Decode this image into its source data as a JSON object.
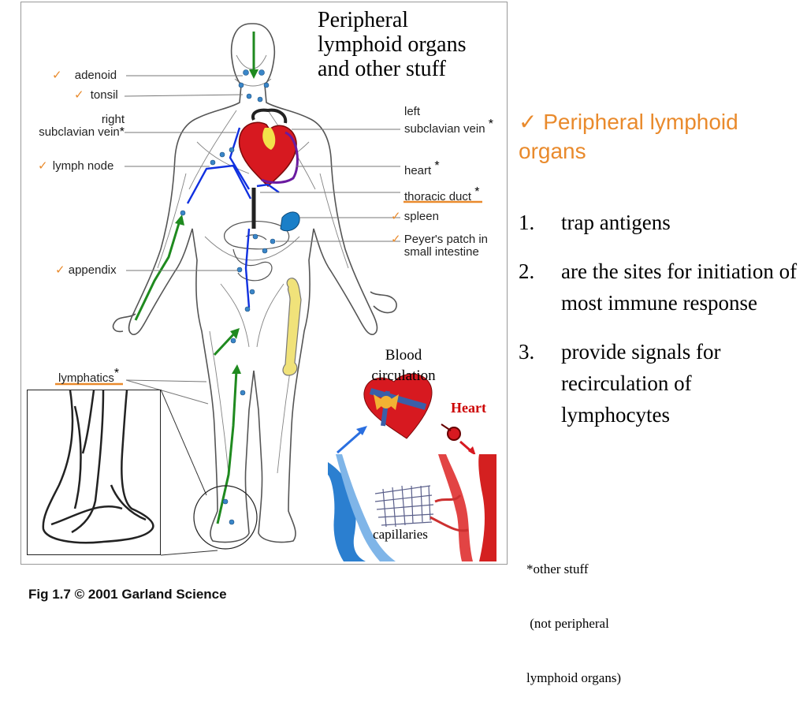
{
  "figure": {
    "overlay_title": [
      "Peripheral",
      "lymphoid organs",
      "and other stuff"
    ],
    "labels": {
      "adenoid": "adenoid",
      "tonsil": "tonsil",
      "right_subclavian_vein": [
        "right",
        "subclavian vein"
      ],
      "lymph_node": "lymph node",
      "appendix": "appendix",
      "lymphatics": "lymphatics",
      "left_subclavian_vein": [
        "left",
        "subclavian vein"
      ],
      "heart": "heart",
      "thoracic_duct": "thoracic duct",
      "spleen": "spleen",
      "peyers_patch": [
        "Peyer's patch in",
        "small intestine"
      ]
    },
    "check_mark": "✓",
    "star_mark": "*",
    "blood_circulation": [
      "Blood",
      "circulation"
    ],
    "heart_label": "Heart",
    "capillaries_label": "capillaries",
    "caption": "Fig 1.7  © 2001 Garland Science"
  },
  "side_panel": {
    "tick": "✓",
    "title": "Peripheral lymphoid organs",
    "items": [
      {
        "num": "1.",
        "text": "trap antigens"
      },
      {
        "num": "2.",
        "text": "are the sites for initiation of most immune response"
      },
      {
        "num": "3.",
        "text": "provide signals for recirculation of lymphocytes"
      }
    ],
    "note": [
      "*other stuff",
      " (not peripheral",
      "lymphoid organs)"
    ]
  },
  "colors": {
    "accent_orange": "#e98a2c",
    "heart_red": "#d71920",
    "lymph_green": "#1f8a1f",
    "vessel_blue": "#1030e0",
    "node_blue": "#3a86c8",
    "bone_yellow": "#f0e27a"
  }
}
